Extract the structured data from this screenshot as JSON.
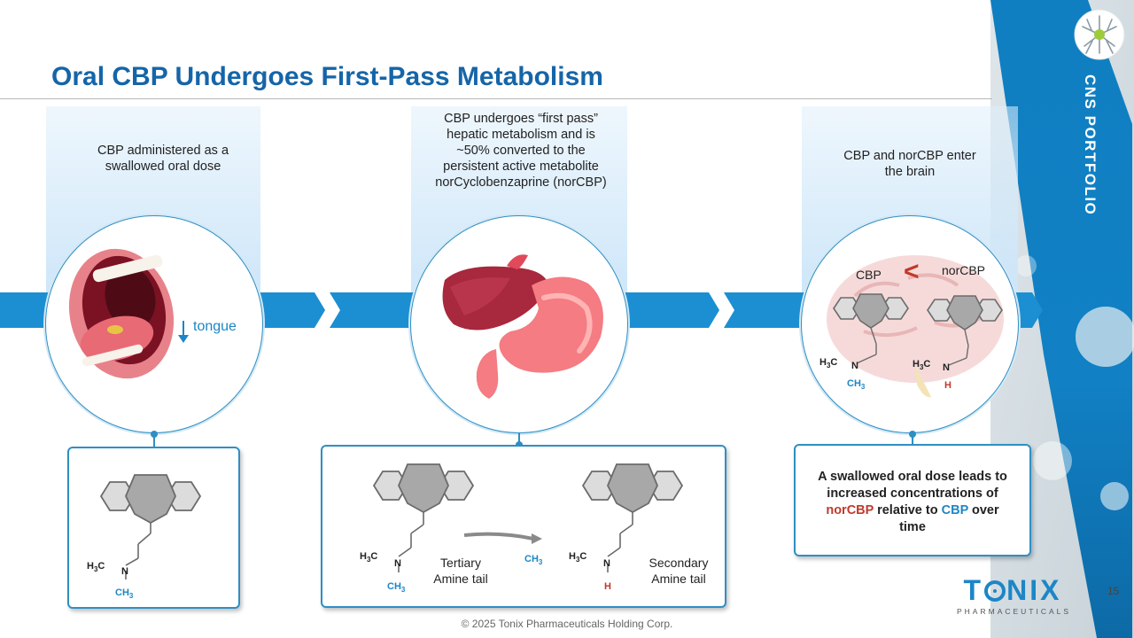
{
  "title": "Oral CBP Undergoes First-Pass Metabolism",
  "side_label": "CNS PORTFOLIO",
  "steps": [
    {
      "text_lines": [
        "CBP administered as a",
        "swallowed oral dose"
      ],
      "image_label": "tongue"
    },
    {
      "text_lines": [
        "CBP undergoes “first pass”",
        "hepatic metabolism and is",
        "~50% converted to the",
        "persistent active metabolite",
        "norCyclobenzaprine (norCBP)"
      ]
    },
    {
      "text_lines": [
        "CBP and norCBP enter",
        "the brain"
      ],
      "cbp_label": "CBP",
      "norcbp_label": "norCBP",
      "comparison": "<"
    }
  ],
  "chem": {
    "h": "H",
    "c": "C",
    "n": "N",
    "three": "3",
    "ch3_label": "CH3",
    "ch": "CH",
    "tertiary_lines": [
      "Tertiary",
      "Amine tail"
    ],
    "secondary_lines": [
      "Secondary",
      "Amine tail"
    ],
    "transfer_group": "CH3"
  },
  "conclusion": {
    "line1": "A swallowed oral dose leads to",
    "line2": "increased concentrations of",
    "norcbp": "norCBP",
    "relative_to": " relative to ",
    "cbp": "CBP",
    "over": " over",
    "line4": "time"
  },
  "brand": {
    "name_part1": "T",
    "name_part2": "NIX",
    "subtitle": "PHARMACEUTICALS"
  },
  "page_number": "15",
  "footer": "© 2025 Tonix Pharmaceuticals Holding Corp.",
  "colors": {
    "title": "#1565a8",
    "accent_blue": "#1d86c6",
    "accent_red": "#c0392b",
    "band": "#1b8fd2"
  }
}
